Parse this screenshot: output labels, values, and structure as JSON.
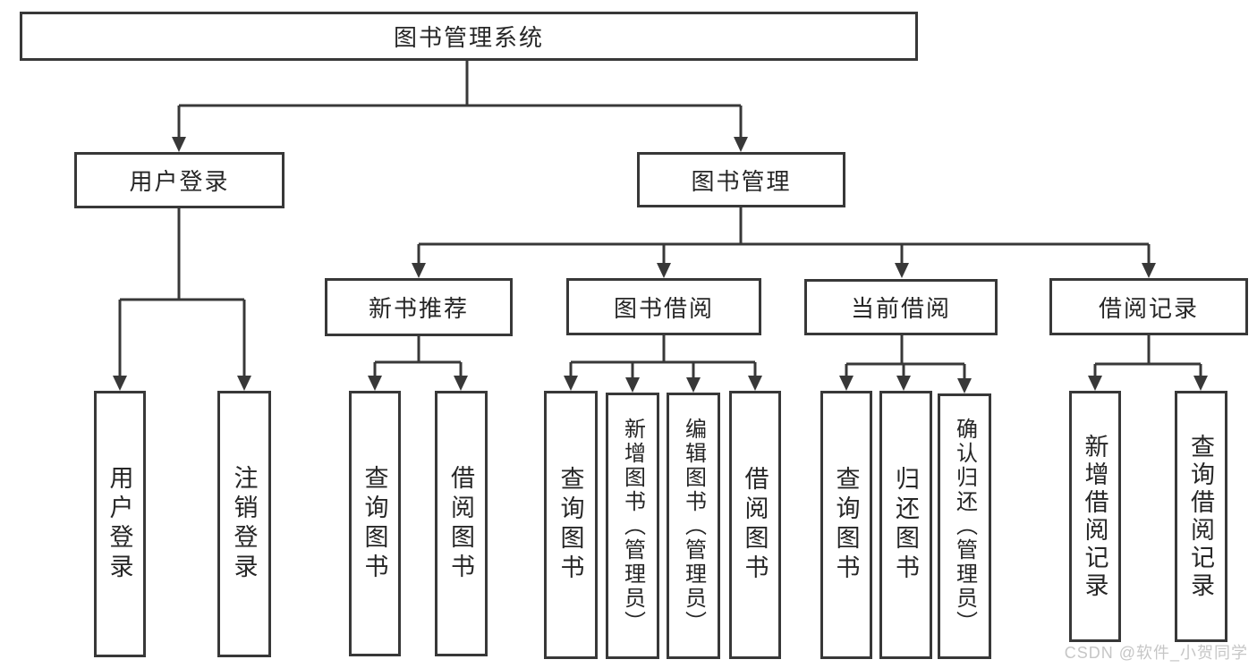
{
  "diagram": {
    "watermark": "CSDN @软件_小贺同学",
    "colors": {
      "line": "#383838",
      "text": "#262626",
      "background": "#ffffff",
      "watermark": "#c6c6c6"
    },
    "nodes": {
      "root": {
        "label": "图书管理系统"
      },
      "level1": [
        {
          "label": "用户登录"
        },
        {
          "label": "图书管理"
        }
      ],
      "level2": [
        {
          "label": "新书推荐"
        },
        {
          "label": "图书借阅"
        },
        {
          "label": "当前借阅"
        },
        {
          "label": "借阅记录"
        }
      ],
      "leaves": {
        "user_login": [
          "用户登录",
          "注销登录"
        ],
        "new_book_recommend": [
          "查询图书",
          "借阅图书"
        ],
        "book_borrow": [
          "查询图书",
          "新增图书（管理员）",
          "编辑图书（管理员）",
          "借阅图书"
        ],
        "current_borrow": [
          "查询图书",
          "归还图书",
          "确认归还（管理员）"
        ],
        "borrow_records": [
          "新增借阅记录",
          "查询借阅记录"
        ]
      }
    }
  }
}
